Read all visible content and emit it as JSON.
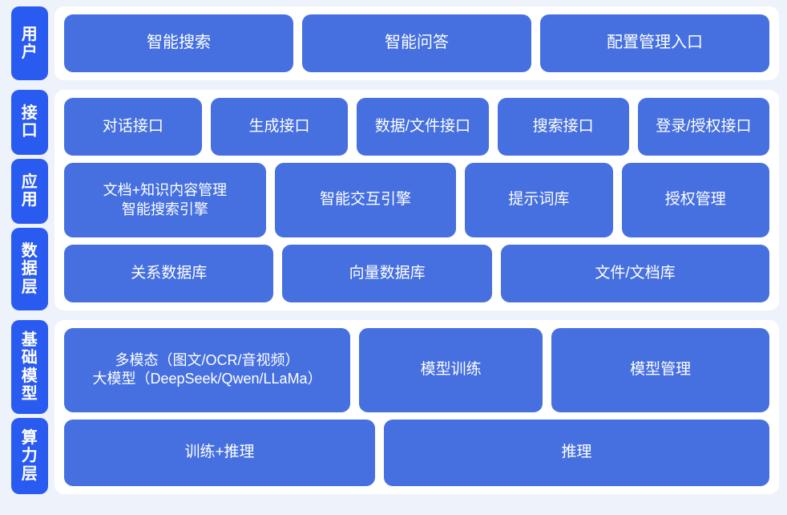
{
  "theme": {
    "page_background": "#eef2fa",
    "panel_background": "#ffffff",
    "box_blue": "#4670e0",
    "tab_blue": "#2a5bf0",
    "text_on_blue": "#ffffff"
  },
  "sections": [
    {
      "id": "user",
      "tabs": [
        {
          "label": "用户"
        }
      ],
      "rows": [
        {
          "id": "user-entries",
          "boxes": [
            {
              "label": "智能搜索"
            },
            {
              "label": "智能问答"
            },
            {
              "label": "配置管理入口"
            }
          ]
        }
      ]
    },
    {
      "id": "middle",
      "tabs": [
        {
          "label": "接口"
        },
        {
          "label": "应用"
        },
        {
          "label": "数据层"
        }
      ],
      "rows": [
        {
          "id": "interface-row",
          "boxes": [
            {
              "label": "对话接口"
            },
            {
              "label": "生成接口"
            },
            {
              "label": "数据/文件接口"
            },
            {
              "label": "搜索接口"
            },
            {
              "label": "登录/授权接口"
            }
          ]
        },
        {
          "id": "application-row",
          "boxes": [
            {
              "label": "文档+知识内容管理\n智能搜索引擎"
            },
            {
              "label": "智能交互引擎"
            },
            {
              "label": "提示词库"
            },
            {
              "label": "授权管理"
            }
          ]
        },
        {
          "id": "data-row",
          "boxes": [
            {
              "label": "关系数据库"
            },
            {
              "label": "向量数据库"
            },
            {
              "label": "文件/文档库"
            }
          ]
        }
      ]
    },
    {
      "id": "base",
      "tabs": [
        {
          "label": "基础模型"
        },
        {
          "label": "算力层"
        }
      ],
      "rows": [
        {
          "id": "foundation-model-row",
          "boxes": [
            {
              "label": "多模态（图文/OCR/音视频）\n大模型（DeepSeek/Qwen/LLaMa）"
            },
            {
              "label": "模型训练"
            },
            {
              "label": "模型管理"
            }
          ]
        },
        {
          "id": "compute-row",
          "boxes": [
            {
              "label": "训练+推理"
            },
            {
              "label": "推理"
            }
          ]
        }
      ]
    }
  ]
}
